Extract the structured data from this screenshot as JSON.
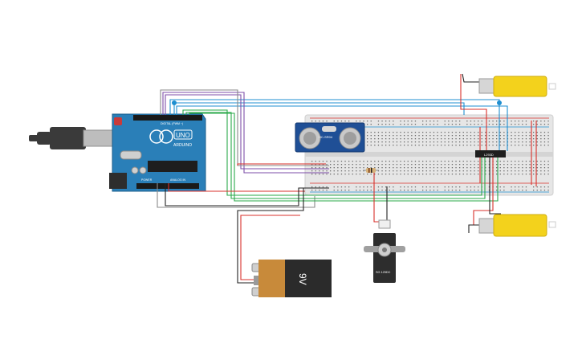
{
  "arduino": {
    "brand": "ARDUINO",
    "model": "UNO",
    "power_label": "POWER",
    "analog_label": "ANALOG IN",
    "digital_label": "DIGITAL (PWM ~)"
  },
  "ultrasonic_sensor": {
    "label": "HC-SR04"
  },
  "motor_driver": {
    "label": "L293D"
  },
  "servo": {
    "label": "SG 125DC"
  },
  "battery": {
    "label": "9V"
  },
  "colors": {
    "arduino_board": "#2a7fb8",
    "breadboard": "#e6e6e6",
    "motor_body": "#f3d21c",
    "battery_top": "#c88a3a",
    "battery_body": "#2b2b2b",
    "wire_blue": "#1f8fd0",
    "wire_green": "#2aa84a",
    "wire_red": "#d9302b",
    "wire_black": "#222222",
    "wire_purple": "#7d4ea8",
    "wire_gray": "#8a8a8a"
  }
}
